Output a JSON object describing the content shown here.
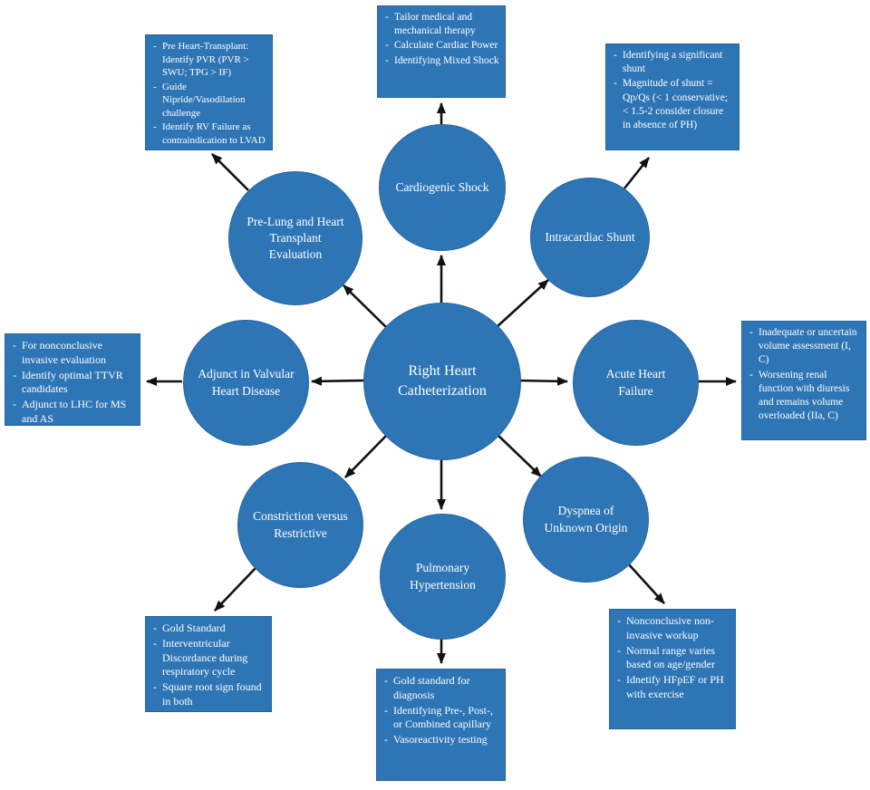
{
  "diagram_title": "Right Heart Catheterization",
  "colors": {
    "node_fill": "#2e75b6",
    "node_border": "#2465a3",
    "text": "#ffffff",
    "arrow": "#111111",
    "background": "#ffffff"
  },
  "center": {
    "label": "Right Heart Catheterization"
  },
  "nodes": {
    "cardiogenic_shock": {
      "label": "Cardiogenic Shock"
    },
    "intracardiac_shunt": {
      "label": "Intracardiac Shunt"
    },
    "acute_heart_failure": {
      "label": "Acute Heart Failure"
    },
    "dyspnea": {
      "label": "Dyspnea of Unknown Origin"
    },
    "pulmonary_hypertension": {
      "label": "Pulmonary Hypertension"
    },
    "constriction": {
      "label": "Constriction versus Restrictive"
    },
    "valvular": {
      "label": "Adjunct in Valvular Heart Disease"
    },
    "transplant": {
      "label": "Pre-Lung and Heart Transplant Evaluation"
    }
  },
  "boxes": {
    "cardiogenic_shock": {
      "items": [
        "Tailor medical and mechanical therapy",
        "Calculate Cardiac Power",
        "Identifying Mixed Shock"
      ]
    },
    "transplant": {
      "items": [
        "Pre Heart-Transplant: Identify PVR (PVR > SWU; TPG > IF)",
        "Guide Nipride/Vasodilation challenge",
        "Identify RV Failure as contraindication to LVAD"
      ]
    },
    "intracardiac_shunt": {
      "items": [
        "Identifying a significant shunt",
        "Magnitude of shunt = Qp/Qs (< 1 conservative; < 1.5-2 consider closure in absence of PH)"
      ]
    },
    "acute_heart_failure": {
      "items": [
        "Inadequate or uncertain volume assessment (I, C)",
        "Worsening renal function with diuresis and remains volume overloaded (IIa, C)"
      ]
    },
    "valvular": {
      "items": [
        "For nonconclusive invasive evaluation",
        "Identify optimal TTVR candidates",
        "Adjunct to LHC for MS and AS"
      ]
    },
    "constriction": {
      "items": [
        "Gold Standard",
        "Interventricular Discordance during respiratory cycle",
        "Square root sign found in both"
      ]
    },
    "pulmonary_hypertension": {
      "items": [
        "Gold standard for diagnosis",
        "Identifying Pre-, Post-, or Combined capillary",
        "Vasoreactivity testing"
      ]
    },
    "dyspnea": {
      "items": [
        "Nonconclusive non-invasive workup",
        "Normal range varies based on age/gender",
        "Idnetify HFpEF or PH with exercise"
      ]
    }
  }
}
